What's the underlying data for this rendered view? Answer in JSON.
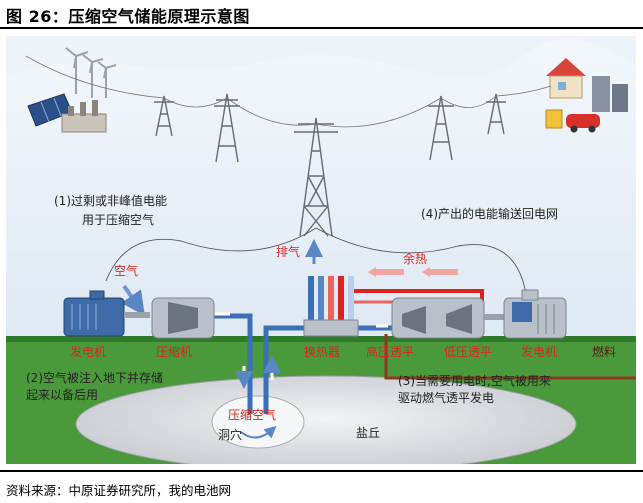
{
  "figure": {
    "title": "图 26：压缩空气储能原理示意图",
    "source": "资料来源：中原证券研究所，我的电池网"
  },
  "labels": {
    "step1_line1": "(1)过剩或非峰值电能",
    "step1_line2": "用于压缩空气",
    "step4": "(4)产出的电能输送回电网",
    "step2_line1": "(2)空气被注入地下并存储",
    "step2_line2": "起来以备后用",
    "step3_line1": "(3)当需要用电时,空气被用来",
    "step3_line2": "驱动燃气透平发电",
    "air": "空气",
    "exhaust": "排气",
    "waste_heat": "余热",
    "fuel": "燃料",
    "generator_left": "发电机",
    "compressor": "压缩机",
    "heat_exchanger": "换热器",
    "hp_turbine": "高压透平",
    "lp_turbine": "低压透平",
    "generator_right": "发电机",
    "compressed_air": "压缩空气",
    "cavern": "洞穴",
    "salt_dome": "盐丘"
  },
  "colors": {
    "sky": "#e3edf7",
    "ground": "#4a9a3b",
    "cavern": "#d9dbe0",
    "pipe": "#3c6fb5",
    "heat_pipe": "#d8261e",
    "label_red": "#d8261e"
  }
}
